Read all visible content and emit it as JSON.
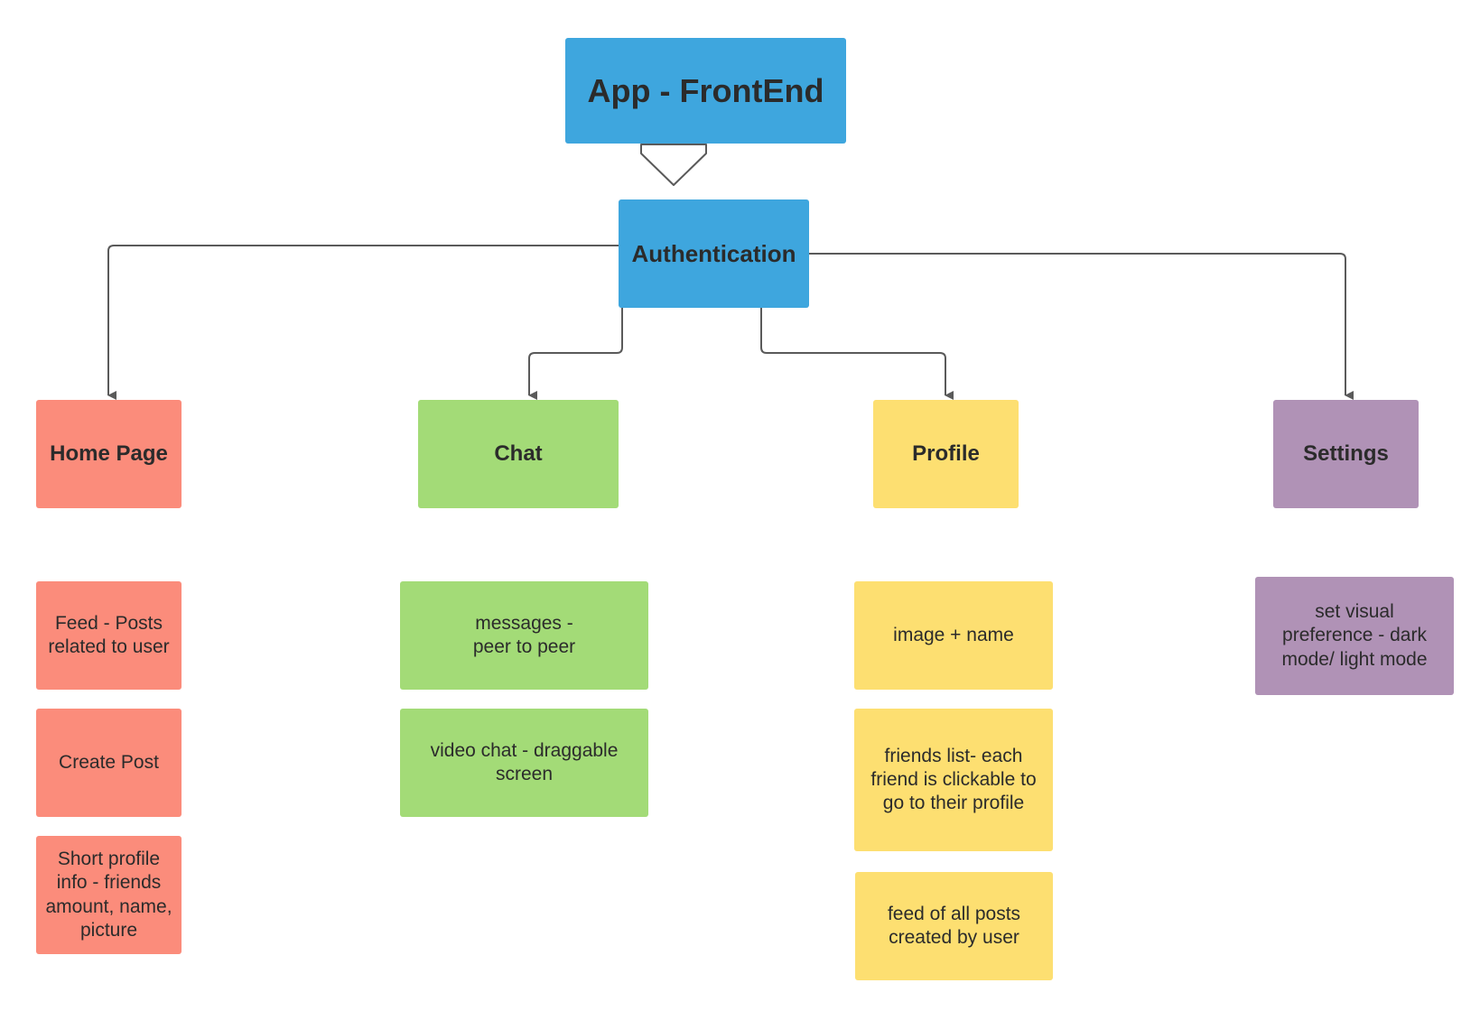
{
  "diagram": {
    "root": {
      "label": "App - FrontEnd"
    },
    "auth": {
      "label": "Authentication"
    },
    "sections": {
      "home": {
        "label": "Home Page",
        "items": [
          "Feed - Posts related to user",
          "Create Post",
          "Short profile info - friends amount, name, picture"
        ]
      },
      "chat": {
        "label": "Chat",
        "items": [
          "messages - peer to peer",
          "video chat  - draggable screen"
        ]
      },
      "profile": {
        "label": "Profile",
        "items": [
          "image + name",
          "friends list- each friend is clickable to go to their profile",
          "feed of all posts created by user"
        ]
      },
      "settings": {
        "label": "Settings",
        "items": [
          "set visual preference - dark mode/  light mode"
        ]
      }
    },
    "colors": {
      "root": "#3ea6de",
      "auth": "#3ea6de",
      "home": "#fb8c7b",
      "chat": "#a3db77",
      "profile": "#fddf71",
      "settings": "#b092b6",
      "connector": "#5a5a5a"
    }
  }
}
